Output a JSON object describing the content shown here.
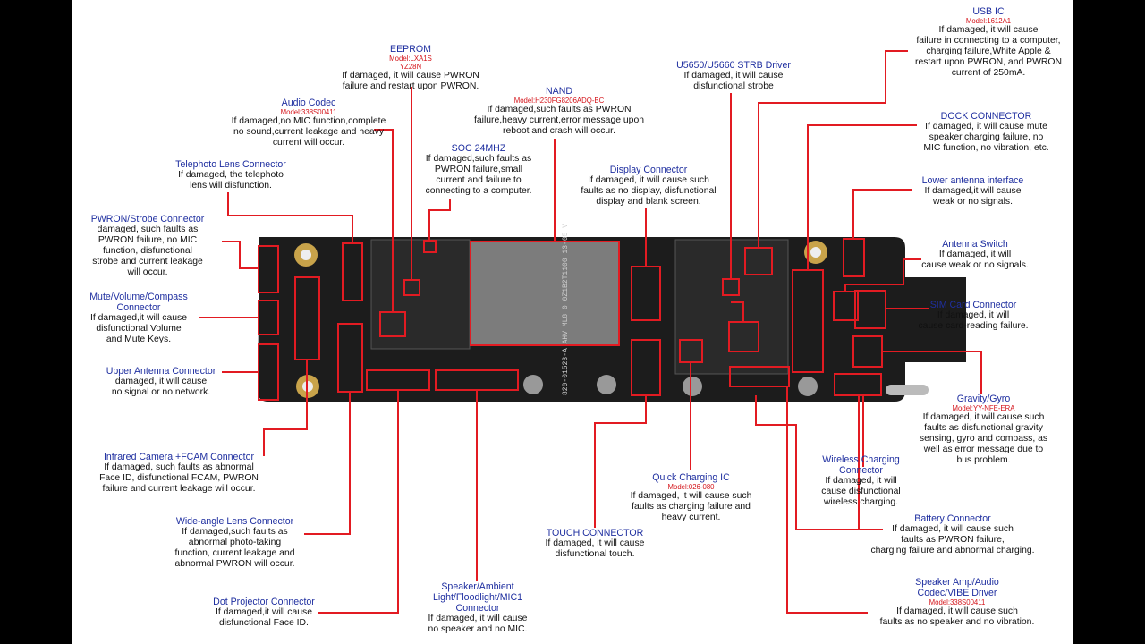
{
  "colors": {
    "title": "#1f2fa0",
    "model": "#d4141a",
    "line": "#e21b22",
    "board": "#1b1b1b"
  },
  "board_marking": {
    "text": "820-01523-A\nAHV ML8 0\n0Z1B2T1100\n13-05 V"
  },
  "labels": [
    {
      "id": "eeprom",
      "title": "EEPROM",
      "model": "Model:LXA1S\nYZ28N",
      "desc": "If damaged, it will cause PWRON\nfailure and restart upon PWRON."
    },
    {
      "id": "audio_codec",
      "title": "Audio Codec",
      "model": "Model:338S00411",
      "desc": "If damaged,no MIC function,complete\nno sound,current leakage and heavy\ncurrent will occur."
    },
    {
      "id": "nand",
      "title": "NAND",
      "model": "Model:H230FG8206ADQ-BC",
      "desc": "If damaged,such faults as PWRON\nfailure,heavy current,error message upon\nreboot and crash will occur."
    },
    {
      "id": "soc",
      "title": "SOC 24MHZ",
      "model": "",
      "desc": "If damaged,such faults as\nPWRON failure,small\ncurrent and failure to\nconnecting to a computer."
    },
    {
      "id": "telephoto",
      "title": "Telephoto Lens Connector",
      "model": "",
      "desc": "If damaged, the telephoto\nlens will disfunction."
    },
    {
      "id": "pwron_strobe",
      "title": "PWRON/Strobe Connector",
      "model": "",
      "desc": "damaged, such faults as\nPWRON failure, no MIC\nfunction, disfunctional\nstrobe and current leakage\nwill occur."
    },
    {
      "id": "mute_volume",
      "title": "Mute/Volume/Compass\nConnector",
      "model": "",
      "desc": "If damaged,it will cause\ndisfunctional Volume\nand Mute Keys."
    },
    {
      "id": "upper_antenna",
      "title": "Upper Antenna Connector",
      "model": "",
      "desc": "damaged, it will cause\nno signal or no network."
    },
    {
      "id": "infrared",
      "title": "Infrared Camera +FCAM Connector",
      "model": "",
      "desc": "If damaged, such faults as abnormal\nFace ID, disfunctional FCAM, PWRON\nfailure and current leakage will occur."
    },
    {
      "id": "wide_angle",
      "title": "Wide-angle Lens Connector",
      "model": "",
      "desc": "If damaged,such faults as\nabnormal photo-taking\nfunction, current leakage and\nabnormal PWRON will occur."
    },
    {
      "id": "dot_projector",
      "title": "Dot Projector Connector",
      "model": "",
      "desc": "If damaged,it will cause\ndisfunctional Face ID."
    },
    {
      "id": "speaker_ambient",
      "title": "Speaker/Ambient\nLight/Floodlight/MIC1\nConnector",
      "model": "",
      "desc": "If damaged, it will cause\nno speaker and no MIC."
    },
    {
      "id": "display",
      "title": "Display Connector",
      "model": "",
      "desc": "If damaged, it will cause such\nfaults as no display, disfunctional\ndisplay and blank screen."
    },
    {
      "id": "touch",
      "title": "TOUCH CONNECTOR",
      "model": "",
      "desc": "If damaged, it will cause\ndisfunctional touch."
    },
    {
      "id": "quick_charging",
      "title": "Quick Charging IC",
      "model": "Model:026-080",
      "desc": "If damaged, it will cause such\nfaults as charging failure and\nheavy current."
    },
    {
      "id": "strb",
      "title": "U5650/U5660 STRB Driver",
      "model": "",
      "desc": "If damaged, it will cause\ndisfunctional strobe"
    },
    {
      "id": "usb_ic",
      "title": "USB IC",
      "model": "Model:1612A1",
      "desc": "If damaged, it will cause\nfailure in connecting to a computer,\ncharging failure,White Apple &\nrestart upon PWRON, and PWRON\ncurrent of 250mA."
    },
    {
      "id": "dock",
      "title": "DOCK CONNECTOR",
      "model": "",
      "desc": "If damaged, it will cause mute\nspeaker,charging failure, no\nMIC function, no vibration, etc."
    },
    {
      "id": "lower_antenna",
      "title": "Lower antenna interface",
      "model": "",
      "desc": "If damaged,it will cause\nweak or no signals."
    },
    {
      "id": "antenna_switch",
      "title": "Antenna Switch",
      "model": "",
      "desc": "If damaged, it will\ncause weak or no signals."
    },
    {
      "id": "sim",
      "title": "SIM Card Connector",
      "model": "",
      "desc": "If damaged, it will\ncause card-reading failure."
    },
    {
      "id": "gravity",
      "title": "Gravity/Gyro",
      "model": "Model:YY-NFE-ERA",
      "desc": "If damaged, it will cause such\nfaults as disfunctional gravity\nsensing, gyro and compass, as\nwell as error message due to\nbus problem."
    },
    {
      "id": "wireless",
      "title": "Wireless Charging\nConnector",
      "model": "",
      "desc": "If damaged, it will\ncause disfunctional\nwireless charging."
    },
    {
      "id": "battery",
      "title": "Battery Connector",
      "model": "",
      "desc": "If damaged, it will cause such\nfaults as PWRON failure,\ncharging failure and abnormal charging."
    },
    {
      "id": "speaker_amp",
      "title": "Speaker Amp/Audio\nCodec/VIBE Driver",
      "model": "Model:338S00411",
      "desc": "If damaged, it will cause such\nfaults as no speaker and no vibration."
    }
  ]
}
